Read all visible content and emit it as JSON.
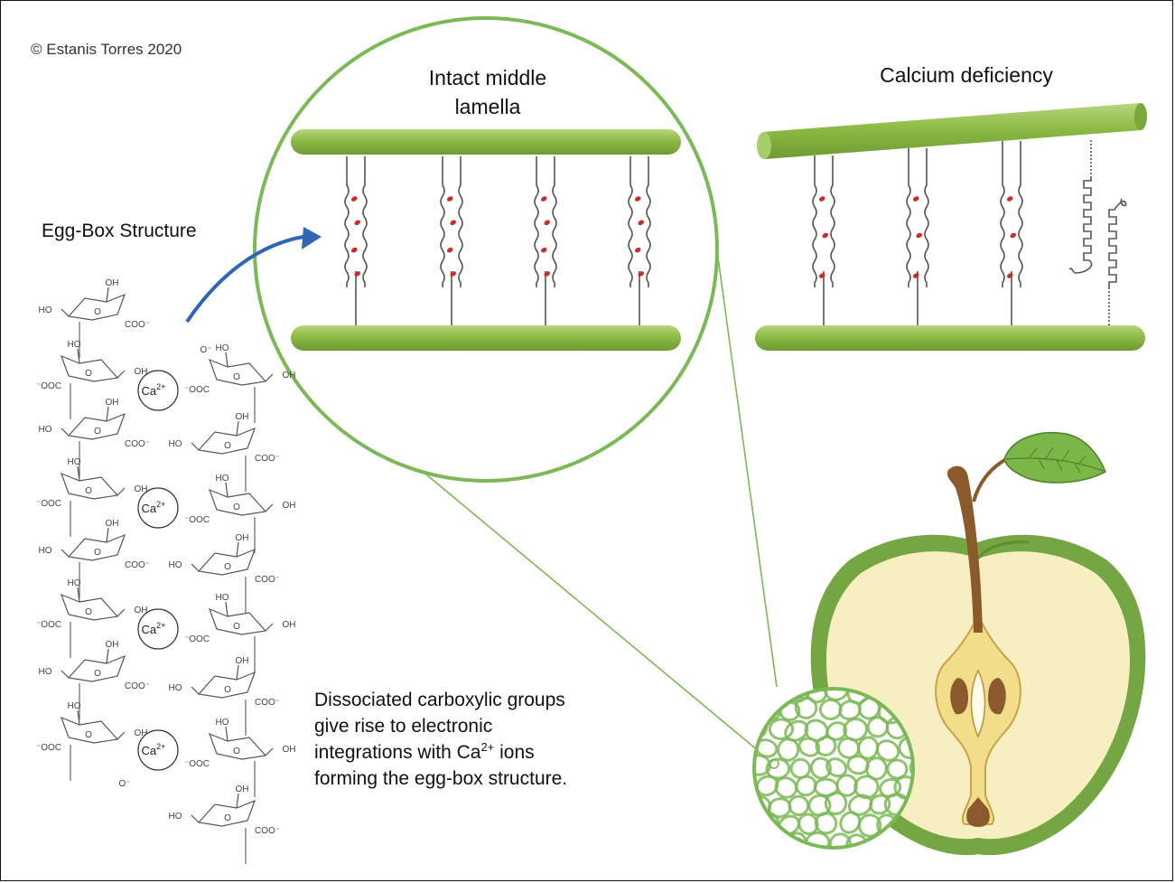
{
  "copyright": "© Estanis Torres 2020",
  "panels": {
    "intact": {
      "title_line1": "Intact middle",
      "title_line2": "lamella"
    },
    "deficiency": {
      "title": "Calcium deficiency"
    }
  },
  "eggbox": {
    "title": "Egg-Box Structure",
    "ion_label": "Ca",
    "ion_charge": "2+",
    "group_labels": {
      "hydroxyl_left": "HO",
      "hydroxyl_right": "OH",
      "carboxylate_right": "COO⁻",
      "carboxylate_left": "⁻OOC",
      "oxygen": "O",
      "oxide": "O⁻"
    }
  },
  "caption": {
    "line1": "Dissociated carboxylic groups",
    "line2": "give rise to electronic",
    "line3_before": "integrations with Ca",
    "line3_sup": "2+",
    "line3_after": " ions",
    "line4": "forming the egg-box structure."
  },
  "colors": {
    "rod_green": "#8dbb45",
    "rod_green_light": "#b7d77e",
    "magnifier_green": "#7bb856",
    "apple_skin": "#74a643",
    "apple_flesh": "#f7efc2",
    "core_yellow": "#f2de8a",
    "seed_brown": "#8a5a2e",
    "stem_brown": "#8b5a2b",
    "leaf_green": "#7ab648",
    "arrow_blue": "#2f66b8",
    "calcium_red": "#cc2b2b",
    "chain_gray": "#555555"
  }
}
